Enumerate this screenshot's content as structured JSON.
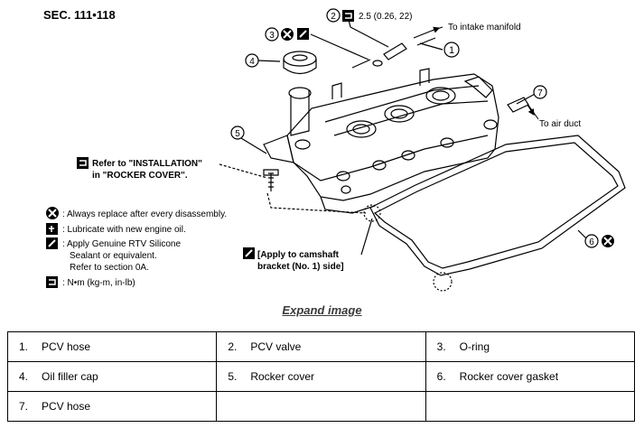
{
  "diagram": {
    "section_label": "SEC. 111•118",
    "torque_spec": "2.5 (0.26, 22)",
    "to_intake_manifold": "To intake manifold",
    "to_air_duct": "To air duct",
    "refer_line1": "Refer to \"INSTALLATION\"",
    "refer_line2": "in \"ROCKER COVER\".",
    "legend": {
      "replace": ": Always replace after every disassembly.",
      "lubricate": ": Lubricate with new engine oil.",
      "rtv_line1": ": Apply Genuine RTV Silicone",
      "rtv_line2": "Sealant or equivalent.",
      "rtv_line3": "Refer to section 0A.",
      "torque_units": ": N•m (kg-m, in-lb)"
    },
    "apply_line1": "[Apply to camshaft",
    "apply_line2": "bracket (No. 1) side]",
    "callouts": [
      "1",
      "2",
      "3",
      "4",
      "5",
      "6",
      "7"
    ]
  },
  "expand_link": "Expand image",
  "parts_table": [
    [
      {
        "num": "1.",
        "name": "PCV hose"
      },
      {
        "num": "2.",
        "name": "PCV valve"
      },
      {
        "num": "3.",
        "name": "O-ring"
      }
    ],
    [
      {
        "num": "4.",
        "name": "Oil filler cap"
      },
      {
        "num": "5.",
        "name": "Rocker cover"
      },
      {
        "num": "6.",
        "name": "Rocker cover gasket"
      }
    ],
    [
      {
        "num": "7.",
        "name": "PCV hose"
      },
      {
        "num": "",
        "name": ""
      },
      {
        "num": "",
        "name": ""
      }
    ]
  ]
}
